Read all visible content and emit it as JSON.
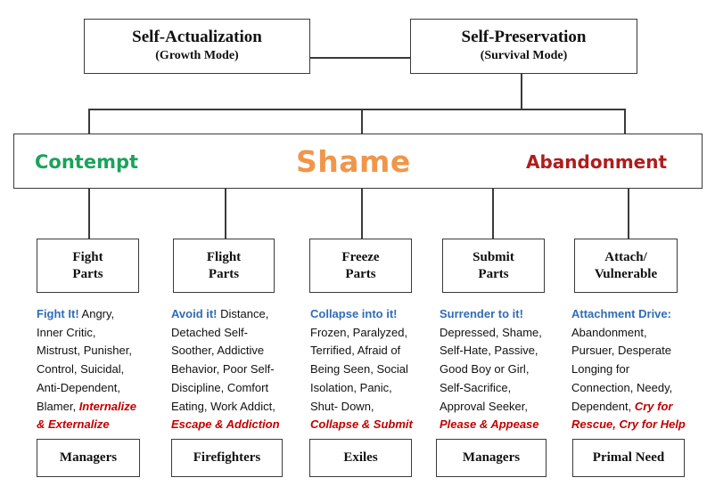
{
  "top": {
    "left": {
      "title": "Self-Actualization",
      "subtitle": "(Growth Mode)"
    },
    "right": {
      "title": "Self-Preservation",
      "subtitle": "(Survival Mode)"
    }
  },
  "band": {
    "left": {
      "text": "Contempt",
      "color": "#1aa35a"
    },
    "center": {
      "text": "Shame",
      "color": "#f0964a"
    },
    "right": {
      "text": "Abandonment",
      "color": "#b01c1c"
    }
  },
  "parts": [
    {
      "line1": "Fight",
      "line2": "Parts"
    },
    {
      "line1": "Flight",
      "line2": "Parts"
    },
    {
      "line1": "Freeze",
      "line2": "Parts"
    },
    {
      "line1": "Submit",
      "line2": "Parts"
    },
    {
      "line1": "Attach/",
      "line2": "Vulnerable"
    }
  ],
  "descriptions": [
    {
      "lead": "Fight It!",
      "lines": [
        " Angry,",
        "Inner Critic,",
        "Mistrust, Punisher,",
        "Control, Suicidal,",
        "Anti-Dependent,",
        "Blamer, "
      ],
      "accent1": "Internalize",
      "accent2": "& Externalize"
    },
    {
      "lead": "Avoid it!",
      "lines": [
        "  Distance,",
        "Detached Self-",
        "Soother, Addictive",
        "Behavior, Poor Self-",
        "Discipline, Comfort",
        "Eating, Work Addict,"
      ],
      "accent2": "Escape & Addiction"
    },
    {
      "lead": "Collapse into it!",
      "lines": [
        "",
        "Frozen, Paralyzed,",
        "Terrified, Afraid of",
        "Being Seen, Social",
        "Isolation, Panic,",
        "Shut- Down,"
      ],
      "accent2": "Collapse & Submit"
    },
    {
      "lead": "Surrender to it!",
      "lines": [
        "",
        "Depressed, Shame,",
        "Self-Hate, Passive,",
        "Good Boy or Girl,",
        "Self-Sacrifice,",
        "Approval Seeker,"
      ],
      "accent2": "Please & Appease"
    },
    {
      "lead": "Attachment Drive:",
      "lines": [
        "",
        "Abandonment,",
        "Pursuer, Desperate",
        "Longing for",
        "Connection, Needy,",
        "Dependent, "
      ],
      "accent1": "Cry for",
      "accent2": "Rescue, Cry for Help"
    }
  ],
  "bottom": [
    "Managers",
    "Firefighters",
    "Exiles",
    "Managers",
    "Primal Need"
  ],
  "colors": {
    "lead": "#2f6db5",
    "accent": "#c00000",
    "line": "#3a3a3a"
  }
}
